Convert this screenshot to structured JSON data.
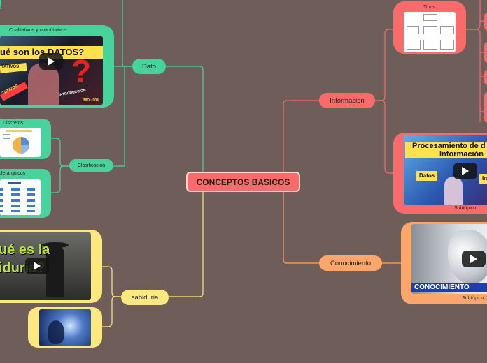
{
  "central": {
    "title": "CONCEPTOS BASICOS"
  },
  "branches": {
    "dato": "Dato",
    "clasificacion": "Clasificacion",
    "sabiduria": "sabiduria",
    "informacion": "Informacion",
    "conocimiento": "Conocimiento"
  },
  "dato_card": {
    "label": "Cualitativos  y  cuantitativos",
    "video_title": "ué son los DATOS?",
    "tag_left": "TATIVOS",
    "tag_bottom": "TATIVOS",
    "tag_intro": "INTRODUCCIÓN",
    "episode": "INID · 004"
  },
  "discretos_card": {
    "label": "Discretos"
  },
  "jerarquicos_card": {
    "label": "Jerárquicos"
  },
  "sabiduria_card": {
    "video_title_1": "ué es la",
    "video_title_2": "iduría?"
  },
  "tipos_card": {
    "label": "Tipos"
  },
  "procesamiento_card": {
    "title_1": "Procesamiento de d",
    "title_2": "Información",
    "tag_datos": "Datos",
    "tag_right": "In",
    "subtopic": "Subtópico"
  },
  "conocimiento_card": {
    "banner": "CONOCIMIENTO",
    "subtopic": "Subtópico"
  },
  "colors": {
    "background": "#6e5d59",
    "green": "#47d49c",
    "red": "#f96a6a",
    "yellow": "#fbe97f",
    "orange": "#fba66a"
  }
}
